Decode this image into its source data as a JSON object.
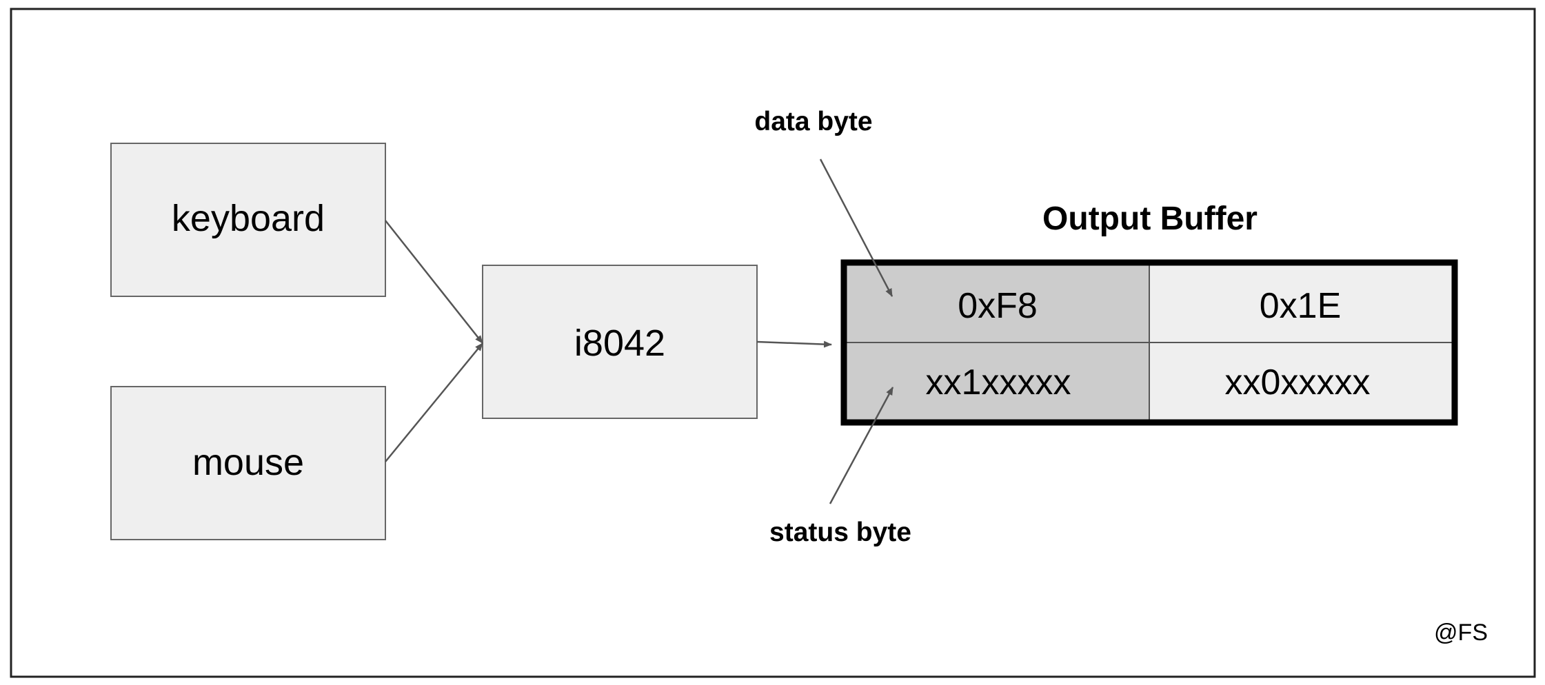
{
  "colors": {
    "background": "#ffffff",
    "frame": "#222222",
    "box_fill": "#efefef",
    "box_stroke": "#666666",
    "cell_fill_highlight": "#cccccc",
    "cell_fill": "#efefef",
    "buffer_border": "#000000",
    "arrow": "#555555",
    "text": "#000000"
  },
  "nodes": {
    "keyboard": "keyboard",
    "mouse": "mouse",
    "controller": "i8042"
  },
  "buffer": {
    "title": "Output Buffer",
    "cells": {
      "data_left": "0xF8",
      "data_right": "0x1E",
      "status_left": "xx1xxxxx",
      "status_right": "xx0xxxxx"
    }
  },
  "annotations": {
    "data_byte": "data byte",
    "status_byte": "status byte"
  },
  "watermark": "@FS"
}
